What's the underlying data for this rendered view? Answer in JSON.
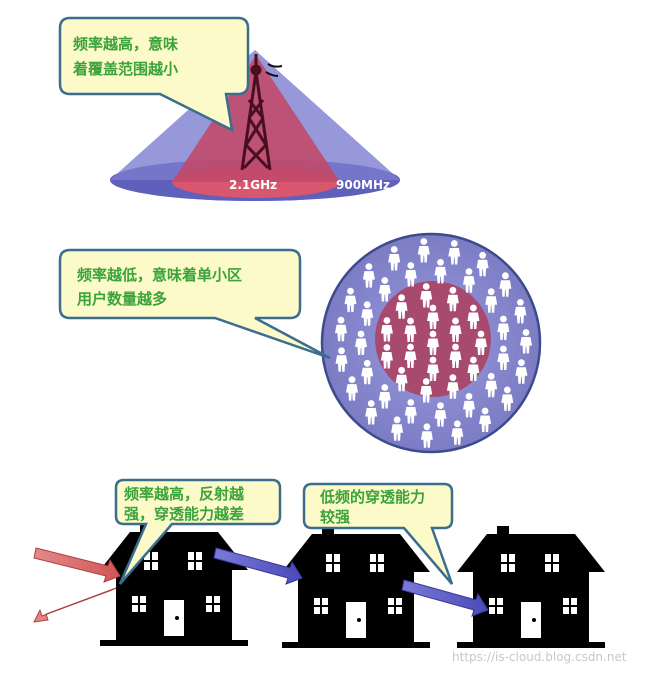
{
  "top": {
    "callout_lines": [
      "频率越高，意味",
      "着覆盖范围越小"
    ],
    "label_high": "2.1GHz",
    "label_low": "900MHz"
  },
  "middle": {
    "callout_lines": [
      "频率越低，意味着单小区",
      "用户数量越多"
    ]
  },
  "bottom": {
    "callout1_lines": [
      "频率越高，反射越",
      "强，穿透能力越差"
    ],
    "callout2_lines": [
      "低频的穿透能力",
      "较强"
    ]
  },
  "watermark": "https://is-cloud.blog.csdn.net",
  "colors": {
    "callout_fill": "#fcfac8",
    "callout_stroke": "#3b6e8e",
    "callout_text": "#3aa33a",
    "cone_low": "#8e8fd6",
    "cone_high": "#c04a6a",
    "disc_outer": "#8888cc",
    "disc_inner": "#a84a6e",
    "arrow_red": "#d96868",
    "arrow_blue": "#5b5bc4"
  }
}
